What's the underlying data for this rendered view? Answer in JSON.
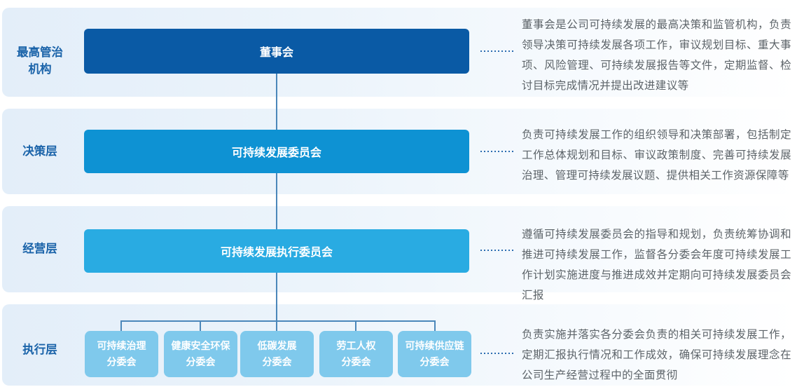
{
  "levels": [
    {
      "label": "最高管治\n机构",
      "box": "董事会",
      "description": "董事会是公司可持续发展的最高决策和监管机构，负责领导决策可持续发展各项工作，审议规划目标、重大事项、风险管理、可持续发展报告等文件，定期监督、检讨目标完成情况并提出改进建议等"
    },
    {
      "label": "决策层",
      "box": "可持续发展委员会",
      "description": "负责可持续发展工作的组织领导和决策部署，包括制定工作总体规划和目标、审议政策制度、完善可持续发展治理、管理可持续发展议题、提供相关工作资源保障等"
    },
    {
      "label": "经营层",
      "box": "可持续发展执行委员会",
      "description": "遵循可持续发展委员会的指导和规划，负责统筹协调和推进可持续发展工作，监督各分委会年度可持续发展工作计划实施进度与推进成效并定期向可持续发展委员会汇报"
    },
    {
      "label": "执行层",
      "subcommittees": [
        "可持续治理\n分委会",
        "健康安全环保\n分委会",
        "低碳发展\n分委会",
        "劳工人权\n分委会",
        "可持续供应链\n分委会"
      ],
      "description": "负责实施并落实各分委会负责的相关可持续发展工作，定期汇报执行情况和工作成效，确保可持续发展理念在公司生产经营过程中的全面贯彻"
    }
  ],
  "colors": {
    "board_box": "#0a5aa5",
    "committee_box": "#0e92d3",
    "exec_committee_box": "#29abe2",
    "subcommittee_box": "#7fc9ec",
    "connector": "#4b87ba",
    "level_label_text": "#1a63a9",
    "description_text": "#5c6368",
    "band_background": "#e3eef9"
  }
}
